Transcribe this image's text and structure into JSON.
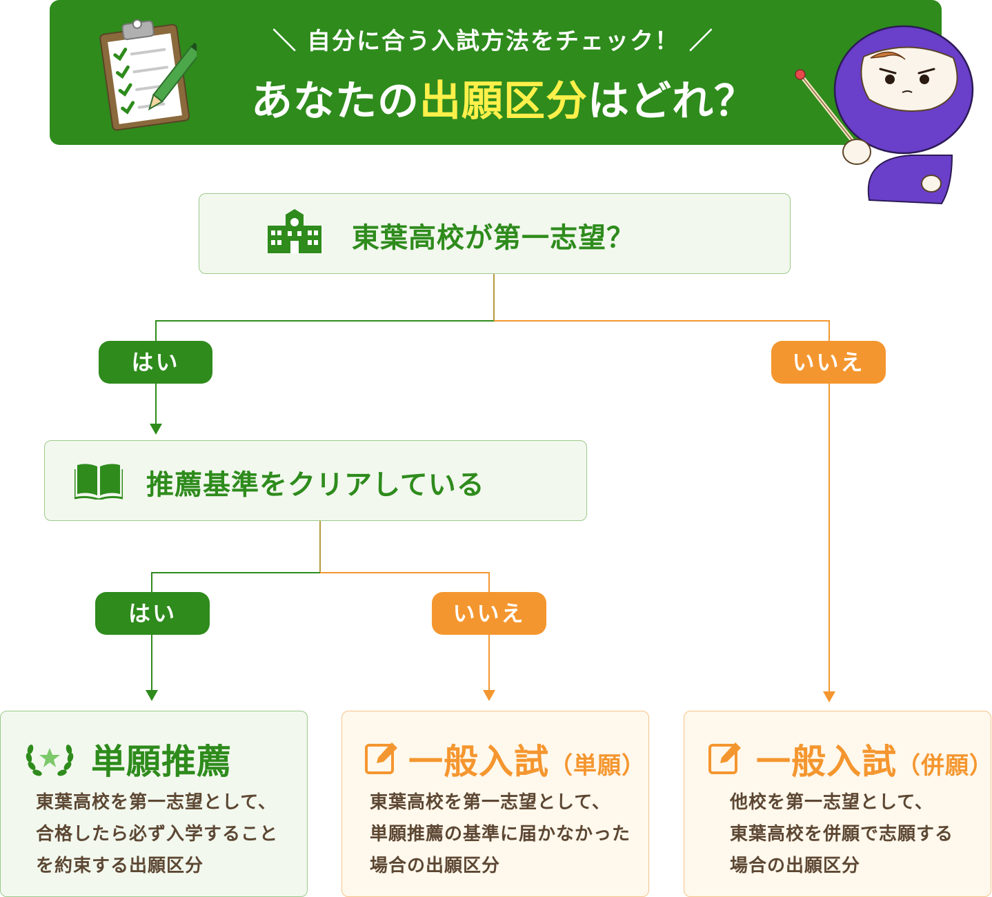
{
  "header": {
    "subtitle": "＼ 自分に合う入試方法をチェック！ ／",
    "title_before": "あなたの",
    "title_highlight": "出願区分",
    "title_after": "はどれ？"
  },
  "question1": {
    "text": "東葉高校が第一志望？"
  },
  "question2": {
    "text": "推薦基準をクリアしている"
  },
  "answers": {
    "yes": "はい",
    "no": "いいえ"
  },
  "results": [
    {
      "title": "単願推薦",
      "title_suffix": "",
      "lines": [
        "東葉高校を第一志望として、",
        "合格したら必ず入学すること",
        "を約束する出願区分"
      ]
    },
    {
      "title": "一般入試",
      "title_suffix": "（単願）",
      "lines": [
        "東葉高校を第一志望として、",
        "単願推薦の基準に届かなかった",
        "場合の出願区分"
      ]
    },
    {
      "title": "一般入試",
      "title_suffix": "（併願）",
      "lines": [
        "他校を第一志望として、",
        "東葉高校を併願で志願する",
        "場合の出願区分"
      ]
    }
  ],
  "colors": {
    "green": "#2e8b1c",
    "orange": "#f4962f",
    "highlight": "#fff04a",
    "text_brown": "#5c4733"
  },
  "icons": [
    "clipboard-checklist-icon",
    "ninja-mascot-illustration",
    "school-building-icon",
    "open-book-icon",
    "laurel-star-icon",
    "edit-pencil-icon"
  ]
}
